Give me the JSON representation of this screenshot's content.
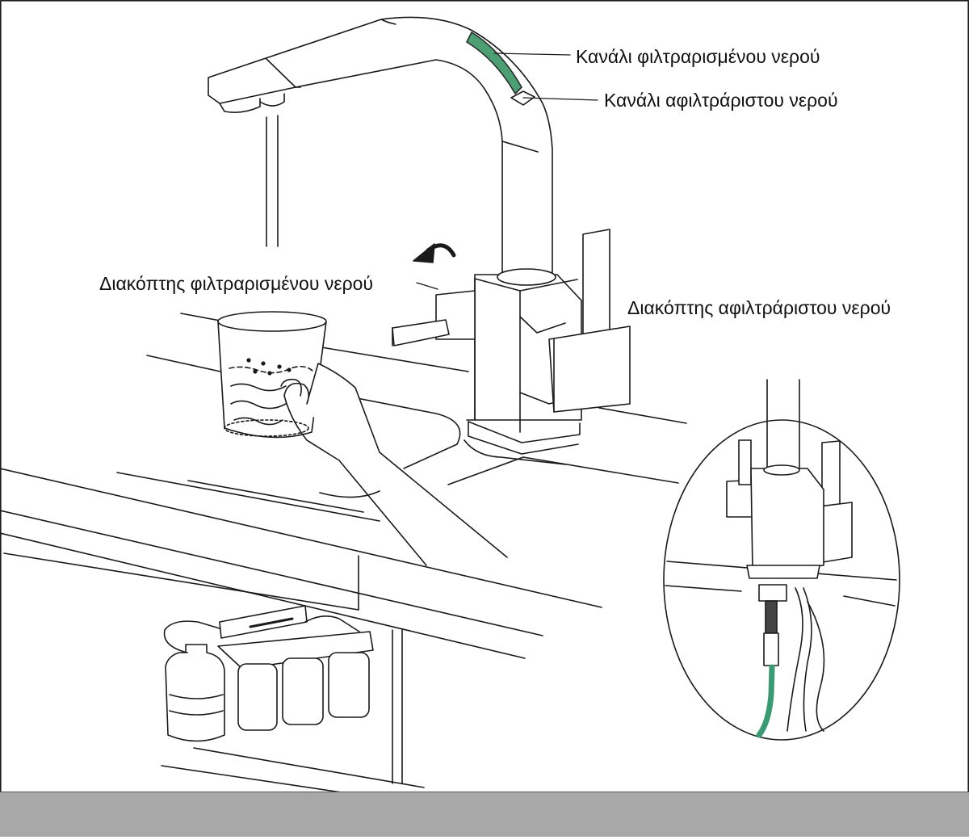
{
  "labels": {
    "filtered_channel": "Κανάλι φιλτραρισμένου νερού",
    "unfiltered_channel": "Κανάλι αφιλτράριστου νερού",
    "filtered_switch": "Διακόπτης φιλτραρισμένου νερού",
    "unfiltered_switch": "Διακόπτης αφιλτράριστου νερού"
  },
  "colors": {
    "filtered_channel": "#4c9f73",
    "filtered_hose": "#3a9a74",
    "line": "#1a1a1a",
    "footer_band": "#a8a8a8"
  },
  "icons": [
    "rotate-arrow-icon"
  ]
}
